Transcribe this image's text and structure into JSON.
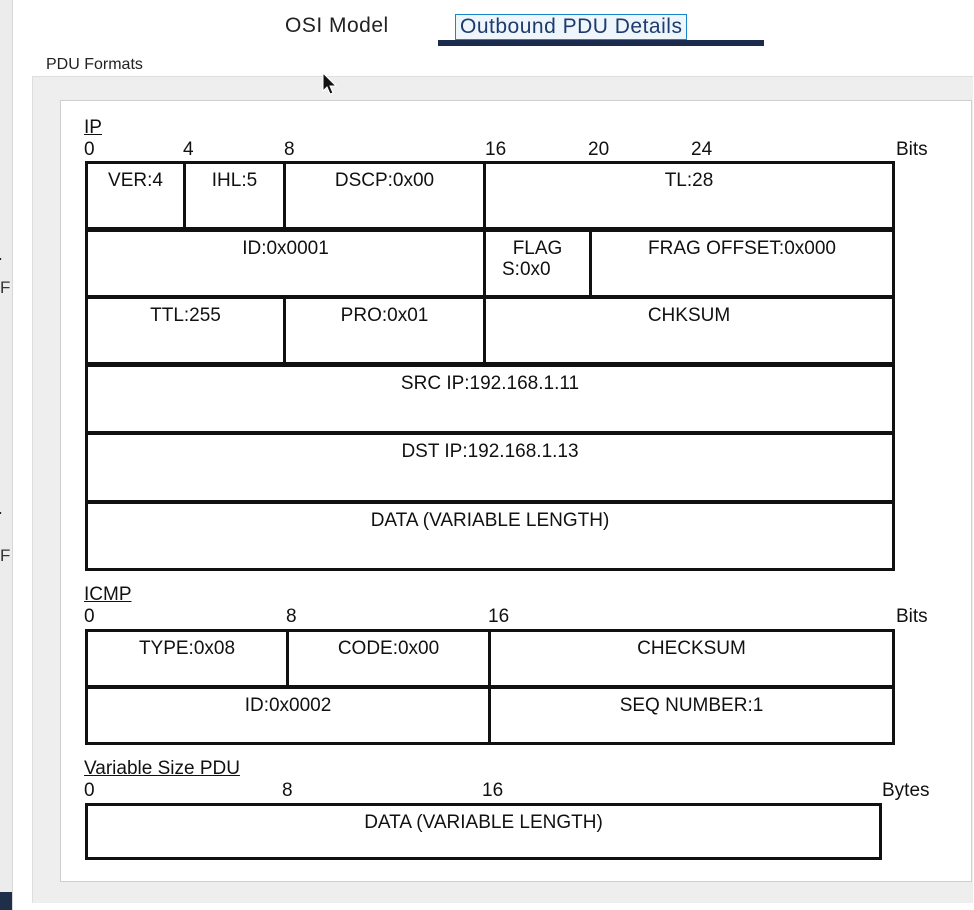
{
  "tabs": {
    "osi_model": "OSI Model",
    "outbound_pdu_details": "Outbound PDU Details"
  },
  "group_label": "PDU Formats",
  "left_glyphs": {
    "f1": "F",
    "f2": "F"
  },
  "ip": {
    "title": "IP",
    "ticks": [
      "0",
      "4",
      "8",
      "16",
      "20",
      "24"
    ],
    "unit": "Bits",
    "fields": {
      "ver": "VER:4",
      "ihl": "IHL:5",
      "dscp": "DSCP:0x00",
      "tl": "TL:28",
      "id": "ID:0x0001",
      "flags_line1": "FLAG",
      "flags_line2": "S:0x0",
      "frag_offset": "FRAG OFFSET:0x000",
      "ttl": "TTL:255",
      "pro": "PRO:0x01",
      "chksum": "CHKSUM",
      "src_ip": "SRC IP:192.168.1.11",
      "dst_ip": "DST IP:192.168.1.13",
      "data": "DATA (VARIABLE LENGTH)"
    }
  },
  "icmp": {
    "title": "ICMP",
    "ticks": [
      "0",
      "8",
      "16"
    ],
    "unit": "Bits",
    "fields": {
      "type": "TYPE:0x08",
      "code": "CODE:0x00",
      "checksum": "CHECKSUM",
      "id": "ID:0x0002",
      "seq": "SEQ NUMBER:1"
    }
  },
  "variable_pdu": {
    "title": "Variable Size PDU",
    "ticks": [
      "0",
      "8",
      "16"
    ],
    "unit": "Bytes",
    "fields": {
      "data": "DATA (VARIABLE LENGTH)"
    }
  }
}
